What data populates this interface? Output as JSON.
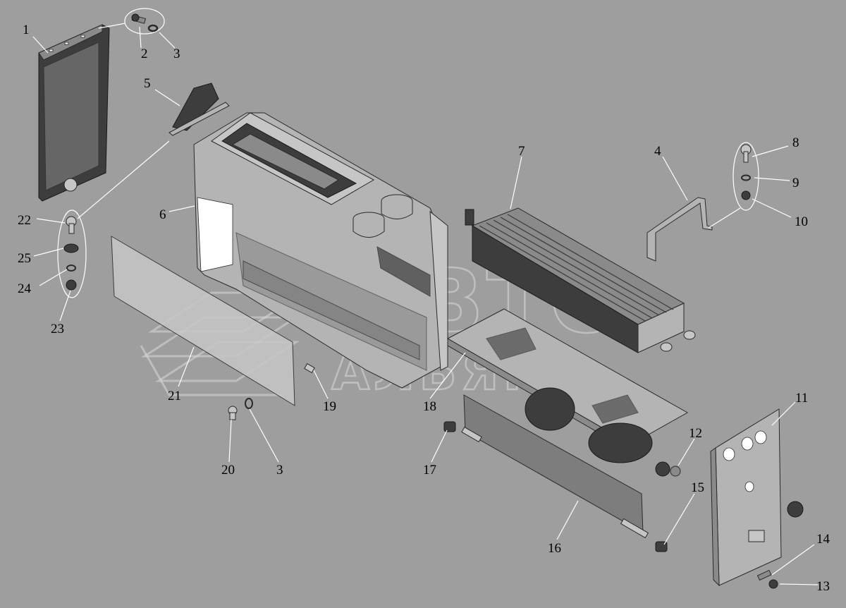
{
  "watermark": {
    "line1": "АВТО",
    "line2": "АЛЬЯНС"
  },
  "callouts": [
    {
      "id": "1",
      "label": "1"
    },
    {
      "id": "2",
      "label": "2"
    },
    {
      "id": "3a",
      "label": "3"
    },
    {
      "id": "3b",
      "label": "3"
    },
    {
      "id": "4",
      "label": "4"
    },
    {
      "id": "5",
      "label": "5"
    },
    {
      "id": "6",
      "label": "6"
    },
    {
      "id": "7",
      "label": "7"
    },
    {
      "id": "8",
      "label": "8"
    },
    {
      "id": "9",
      "label": "9"
    },
    {
      "id": "10",
      "label": "10"
    },
    {
      "id": "11",
      "label": "11"
    },
    {
      "id": "12",
      "label": "12"
    },
    {
      "id": "13",
      "label": "13"
    },
    {
      "id": "14",
      "label": "14"
    },
    {
      "id": "15",
      "label": "15"
    },
    {
      "id": "16",
      "label": "16"
    },
    {
      "id": "17",
      "label": "17"
    },
    {
      "id": "18",
      "label": "18"
    },
    {
      "id": "19",
      "label": "19"
    },
    {
      "id": "20",
      "label": "20"
    },
    {
      "id": "21",
      "label": "21"
    },
    {
      "id": "22",
      "label": "22"
    },
    {
      "id": "23",
      "label": "23"
    },
    {
      "id": "24",
      "label": "24"
    },
    {
      "id": "25",
      "label": "25"
    }
  ]
}
